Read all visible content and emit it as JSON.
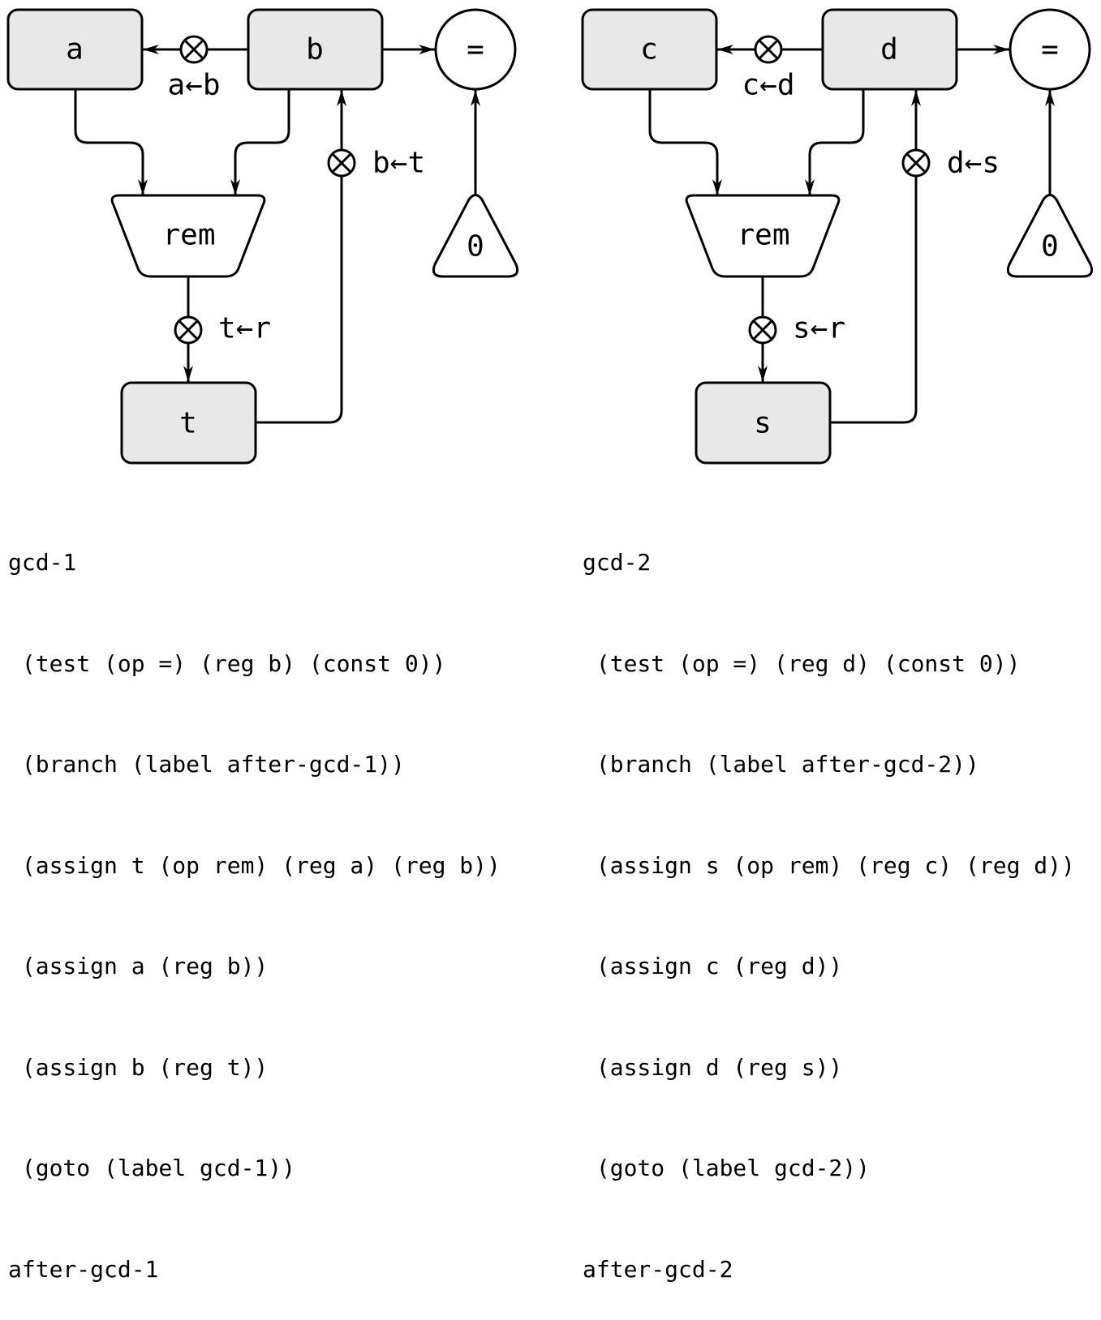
{
  "left": {
    "reg_a": "a",
    "reg_b": "b",
    "reg_t": "t",
    "test_op": "=",
    "op_rem": "rem",
    "const_zero": "0",
    "button_a_b": "a←b",
    "button_b_t": "b←t",
    "button_t_r": "t←r",
    "code": {
      "label": "gcd-1",
      "lines": [
        " (test (op =) (reg b) (const 0))",
        " (branch (label after-gcd-1))",
        " (assign t (op rem) (reg a) (reg b))",
        " (assign a (reg b))",
        " (assign b (reg t))",
        " (goto (label gcd-1))"
      ],
      "end_label": "after-gcd-1"
    }
  },
  "right": {
    "reg_a": "c",
    "reg_b": "d",
    "reg_t": "s",
    "test_op": "=",
    "op_rem": "rem",
    "const_zero": "0",
    "button_a_b": "c←d",
    "button_b_t": "d←s",
    "button_t_r": "s←r",
    "code": {
      "label": "gcd-2",
      "lines": [
        " (test (op =) (reg d) (const 0))",
        " (branch (label after-gcd-2))",
        " (assign s (op rem) (reg c) (reg d))",
        " (assign c (reg d))",
        " (assign d (reg s))",
        " (goto (label gcd-2))"
      ],
      "end_label": "after-gcd-2"
    }
  }
}
